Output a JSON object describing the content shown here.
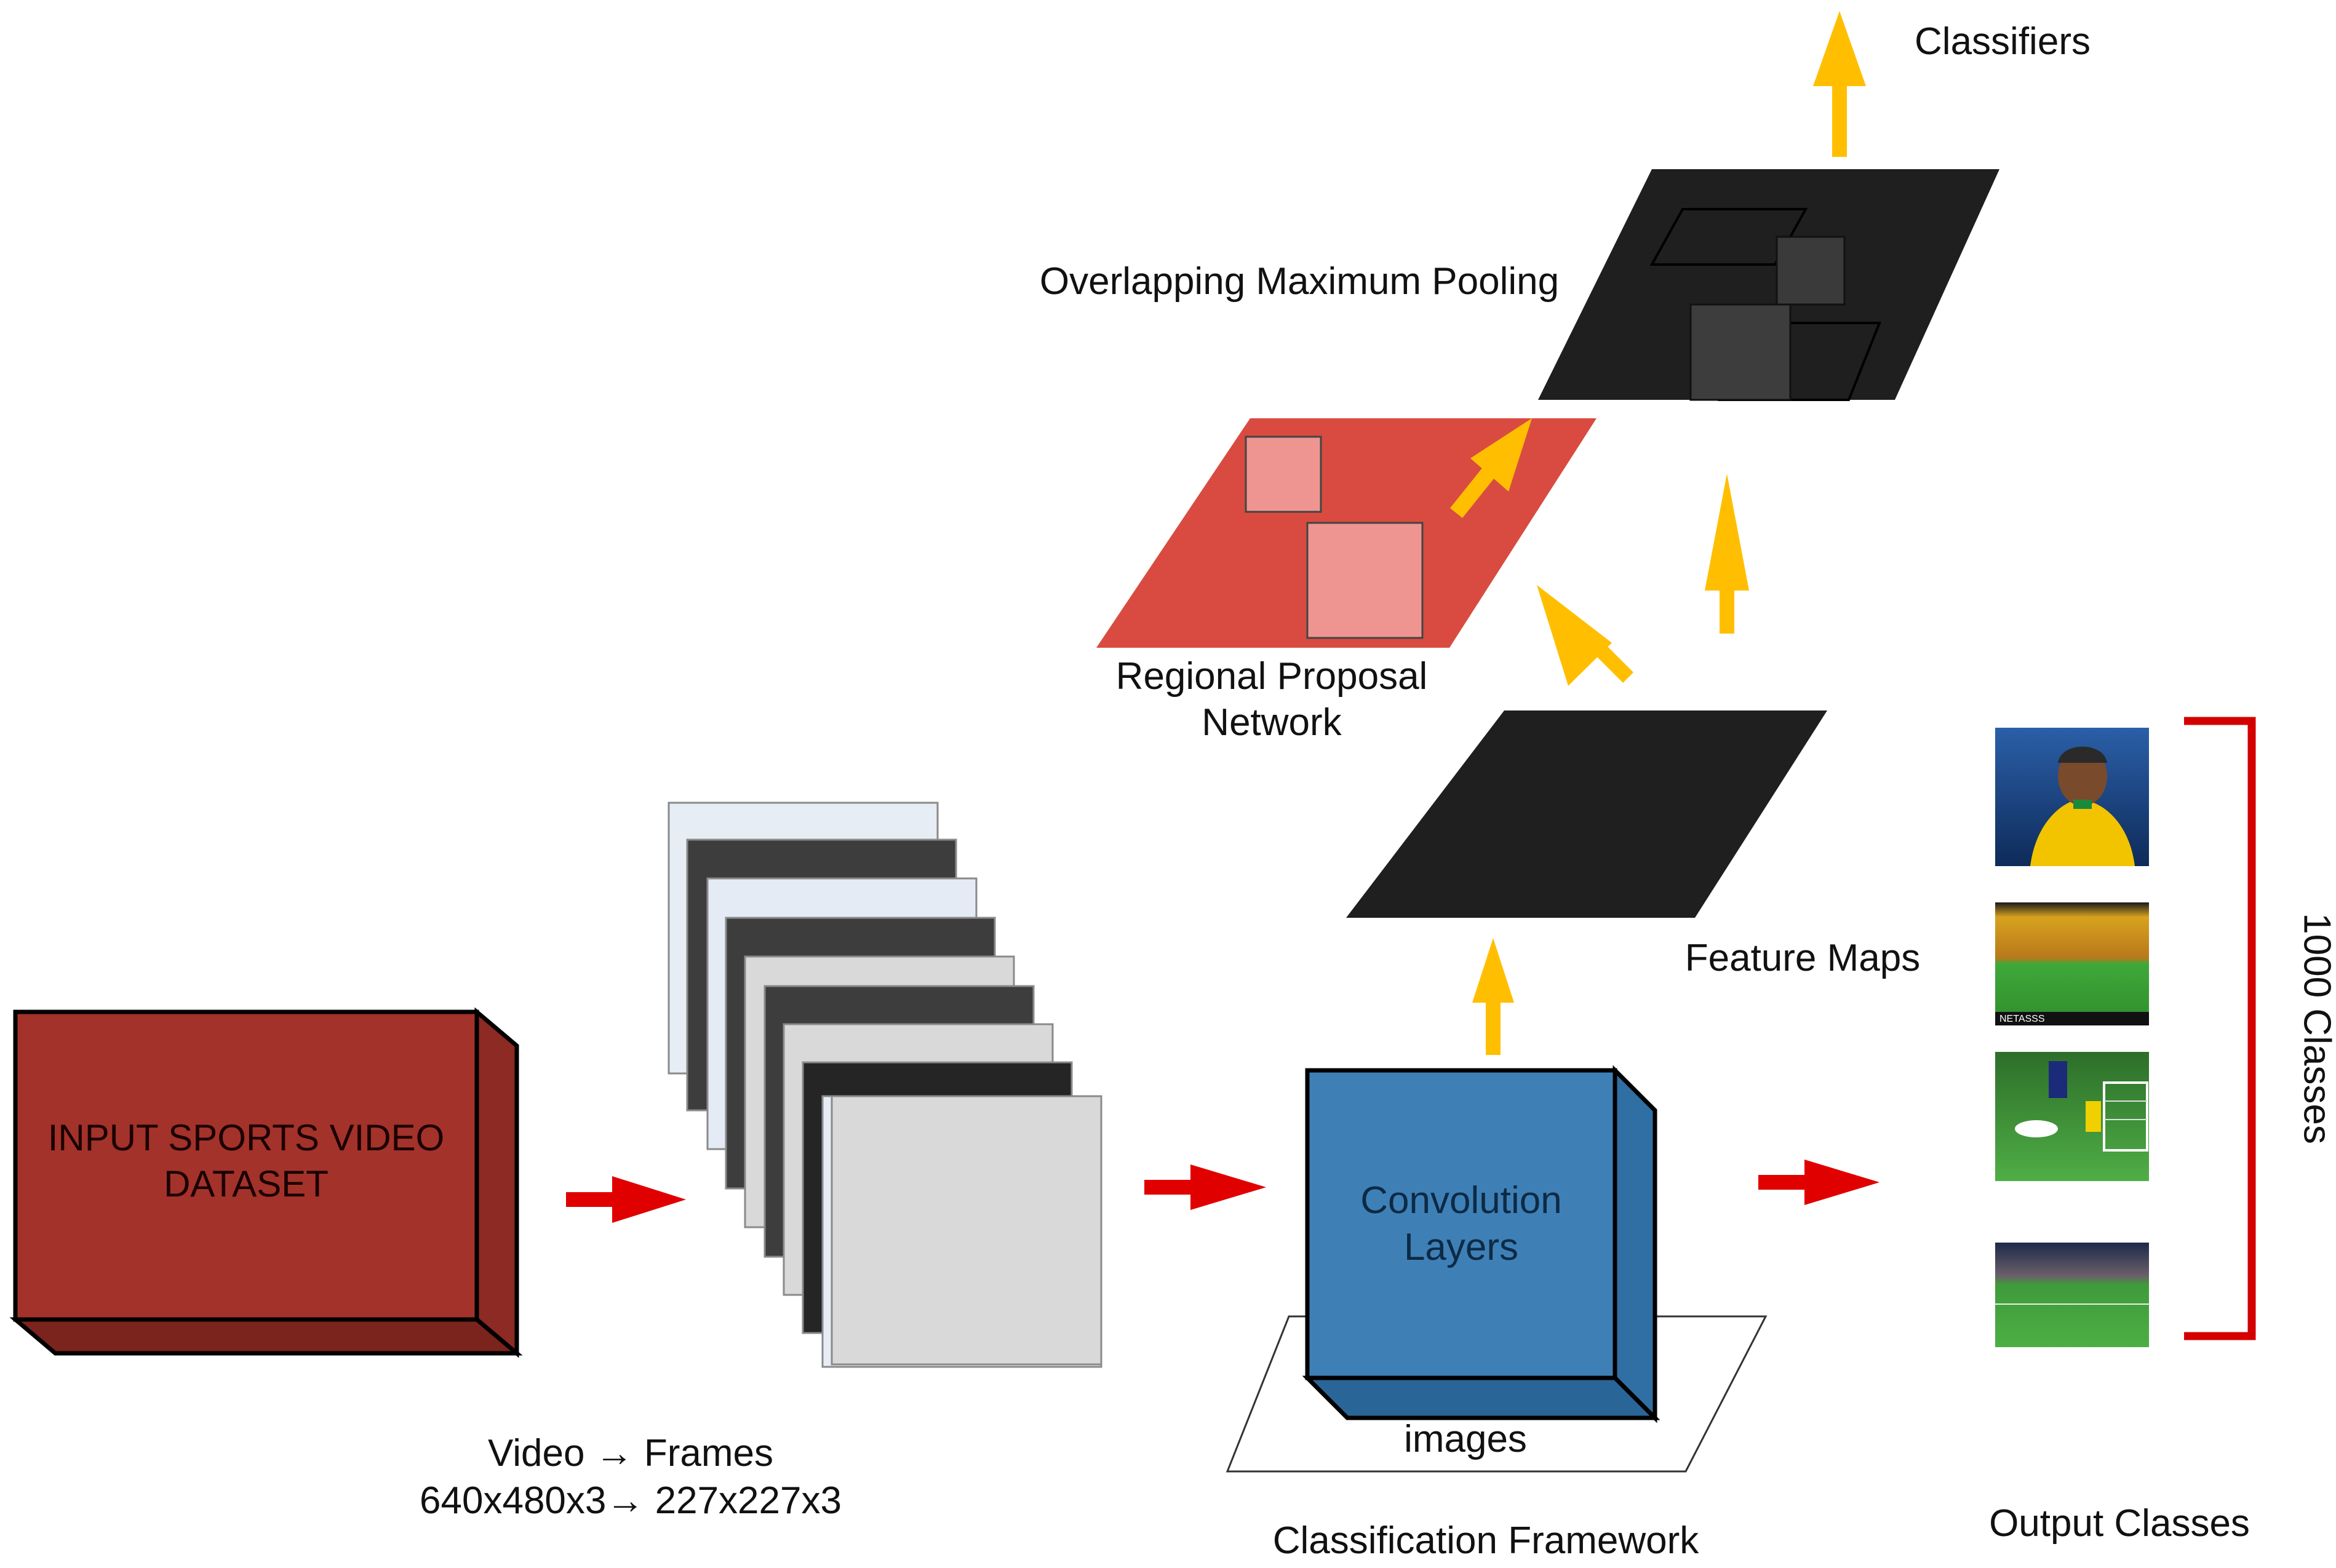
{
  "diagram": {
    "input_box": {
      "line1": "INPUT SPORTS VIDEO",
      "line2": "DATASET"
    },
    "frames_caption": {
      "line1": "Video → Frames",
      "line2": "640x480x3→ 227x227x3"
    },
    "conv_box": {
      "line1": "Convolution",
      "line2": "Layers"
    },
    "images_label": "images",
    "classification_framework": "Classification Framework",
    "feature_maps": "Feature Maps",
    "rpn": {
      "line1": "Regional Proposal",
      "line2": "Network"
    },
    "pooling": "Overlapping Maximum Pooling",
    "classifiers": "Classifiers",
    "output_classes": "Output Classes",
    "classes_count": "1000 Classes"
  },
  "colors": {
    "input_box": "#a3322a",
    "conv_box": "#3e80b6",
    "rpn_plane": "#d94b40",
    "rpn_squares": "#ee9591",
    "feature_plane": "#1f1f1f",
    "pooling_plane": "#1f1f1f",
    "red_arrow": "#e00000",
    "yellow_arrow": "#ffbf00",
    "bracket": "#d40000"
  },
  "output_thumbnails": [
    {
      "icon": "player-photo",
      "caption": ""
    },
    {
      "icon": "stadium-photo",
      "caption": "NETASSS"
    },
    {
      "icon": "goal-photo",
      "caption": ""
    },
    {
      "icon": "pitch-photo",
      "caption": ""
    }
  ]
}
